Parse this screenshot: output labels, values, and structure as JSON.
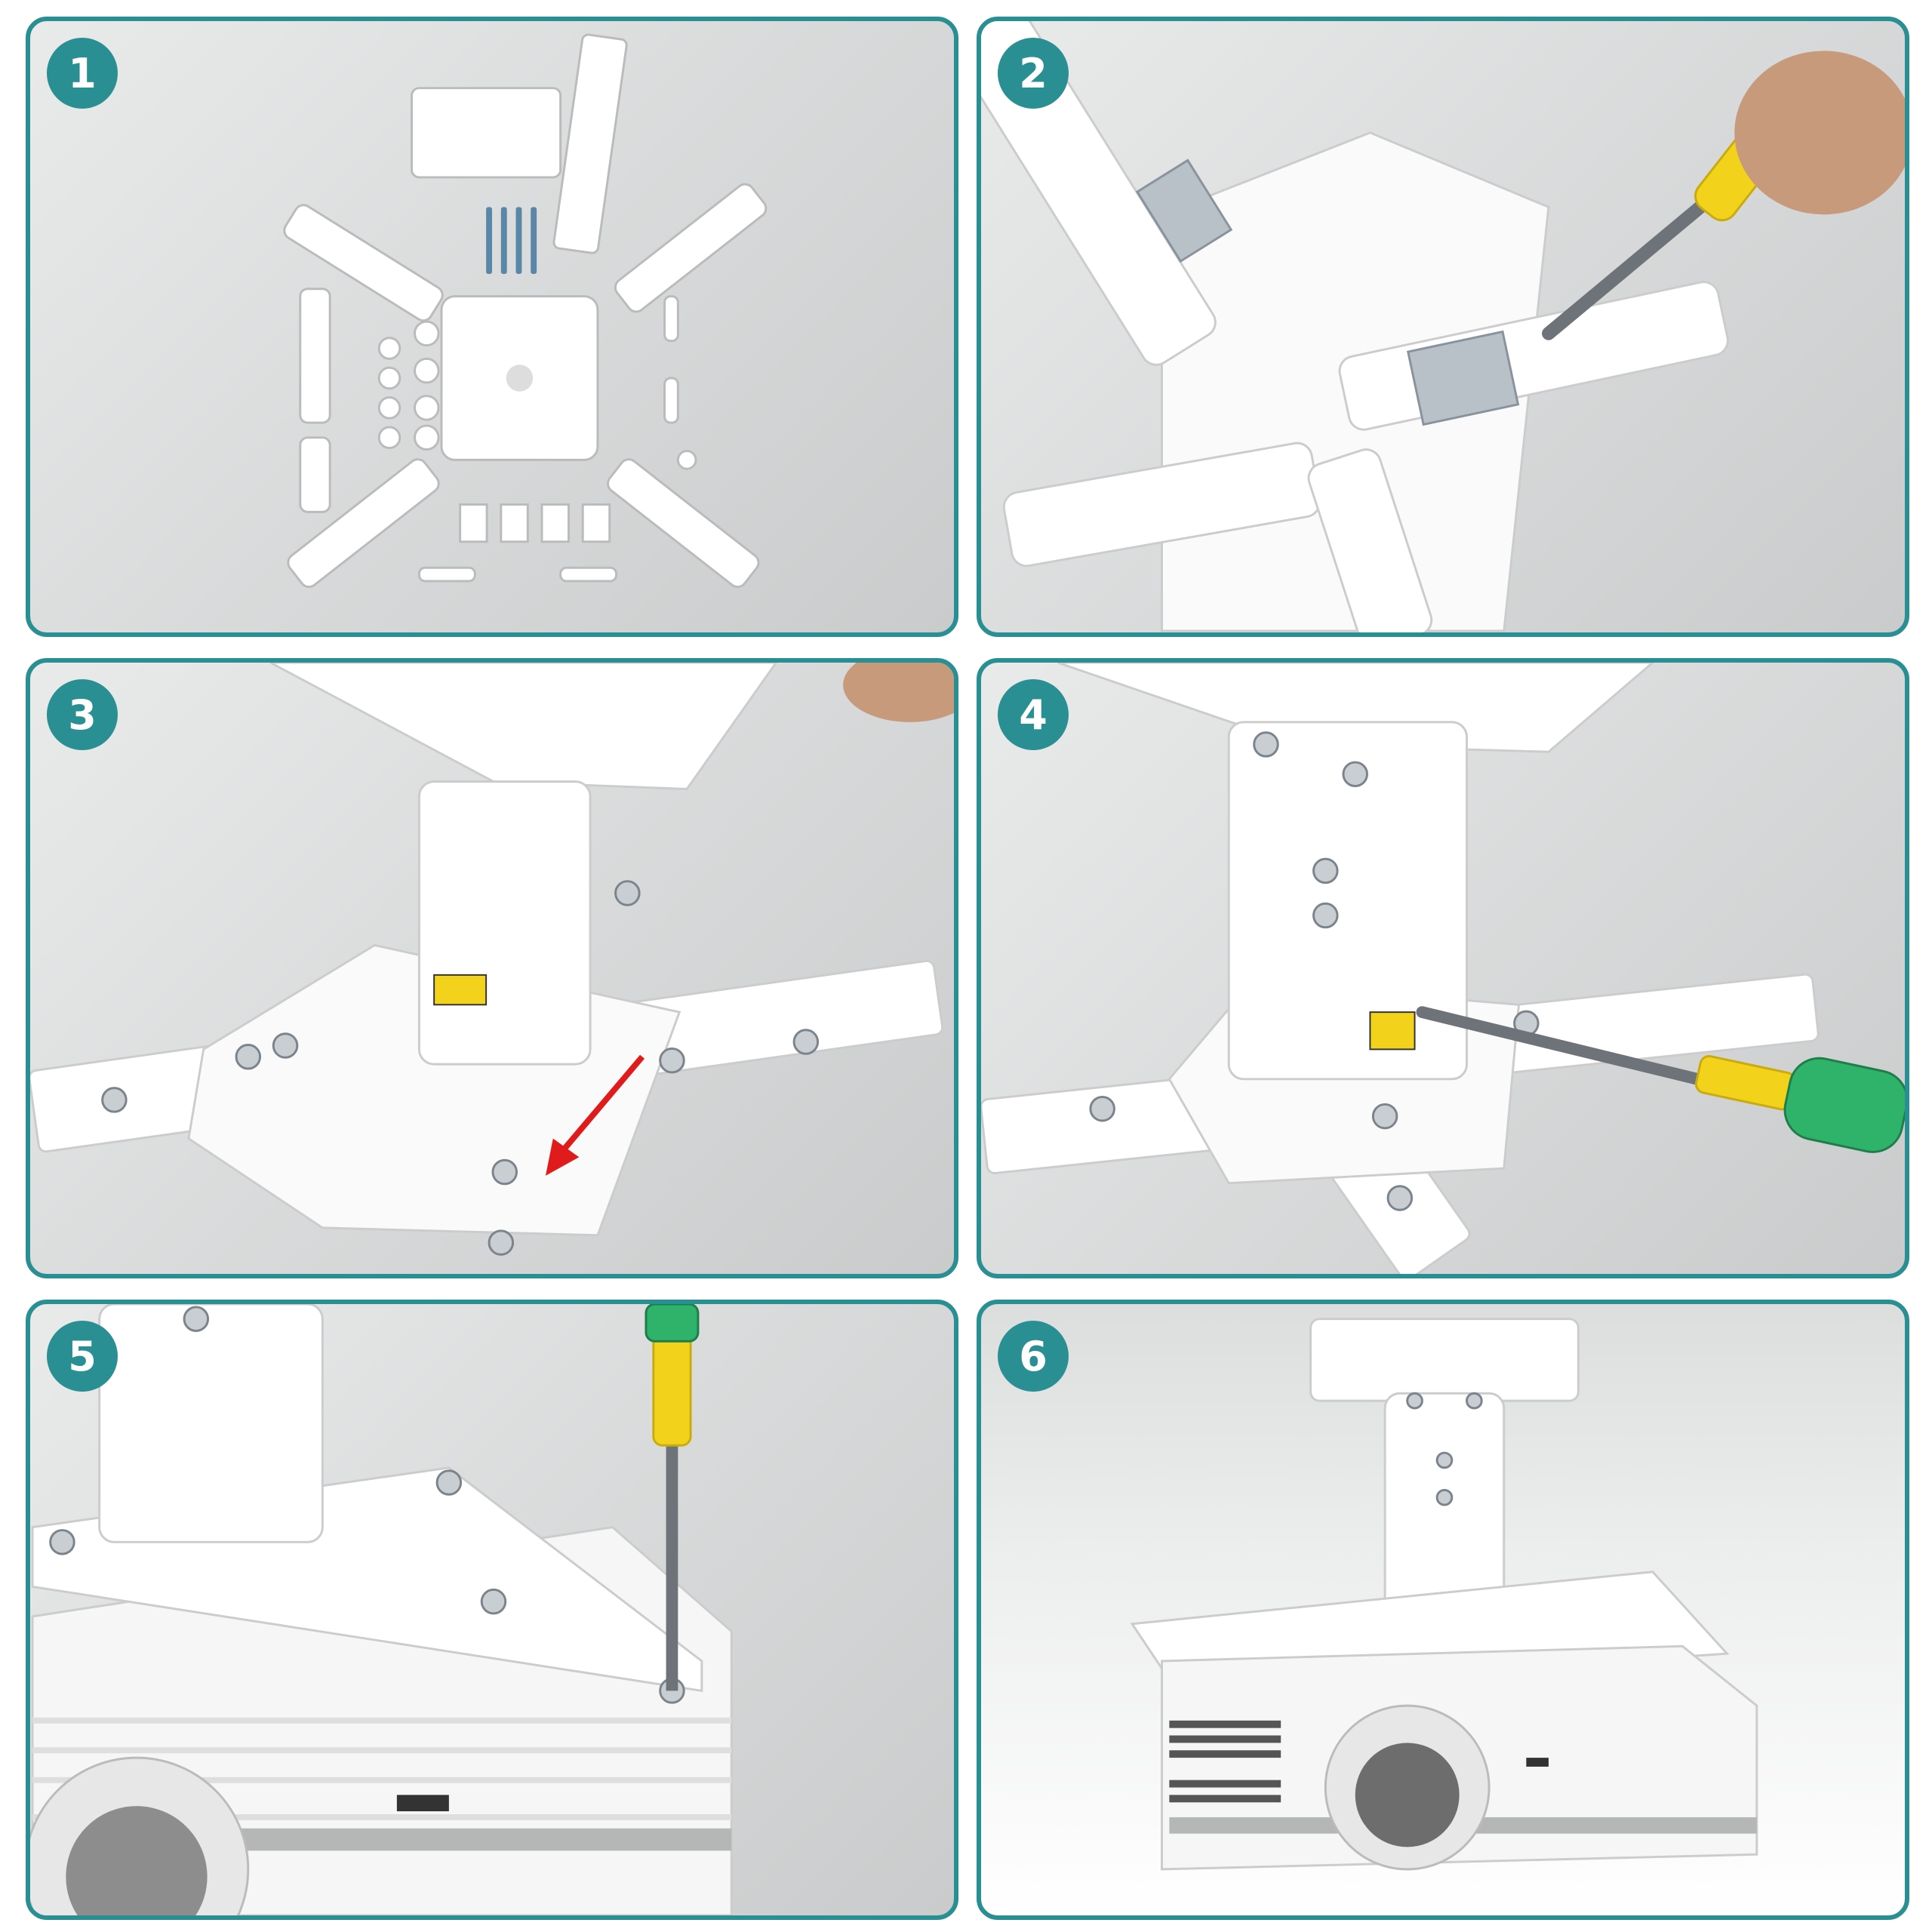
{
  "steps": [
    {
      "number": "1",
      "icon": "parts-kit-icon"
    },
    {
      "number": "2",
      "icon": "screwdriver-icon"
    },
    {
      "number": "3",
      "icon": "mount-bracket-icon"
    },
    {
      "number": "4",
      "icon": "screwdriver-icon"
    },
    {
      "number": "5",
      "icon": "screwdriver-icon"
    },
    {
      "number": "6",
      "icon": "projector-icon"
    }
  ],
  "colors": {
    "accent": "#2a8f93",
    "bracket": "#ffffff",
    "screwdriver_handle": "#f2d21b",
    "screwdriver_grip": "#2fb36a",
    "arrow": "#e01b1b"
  }
}
